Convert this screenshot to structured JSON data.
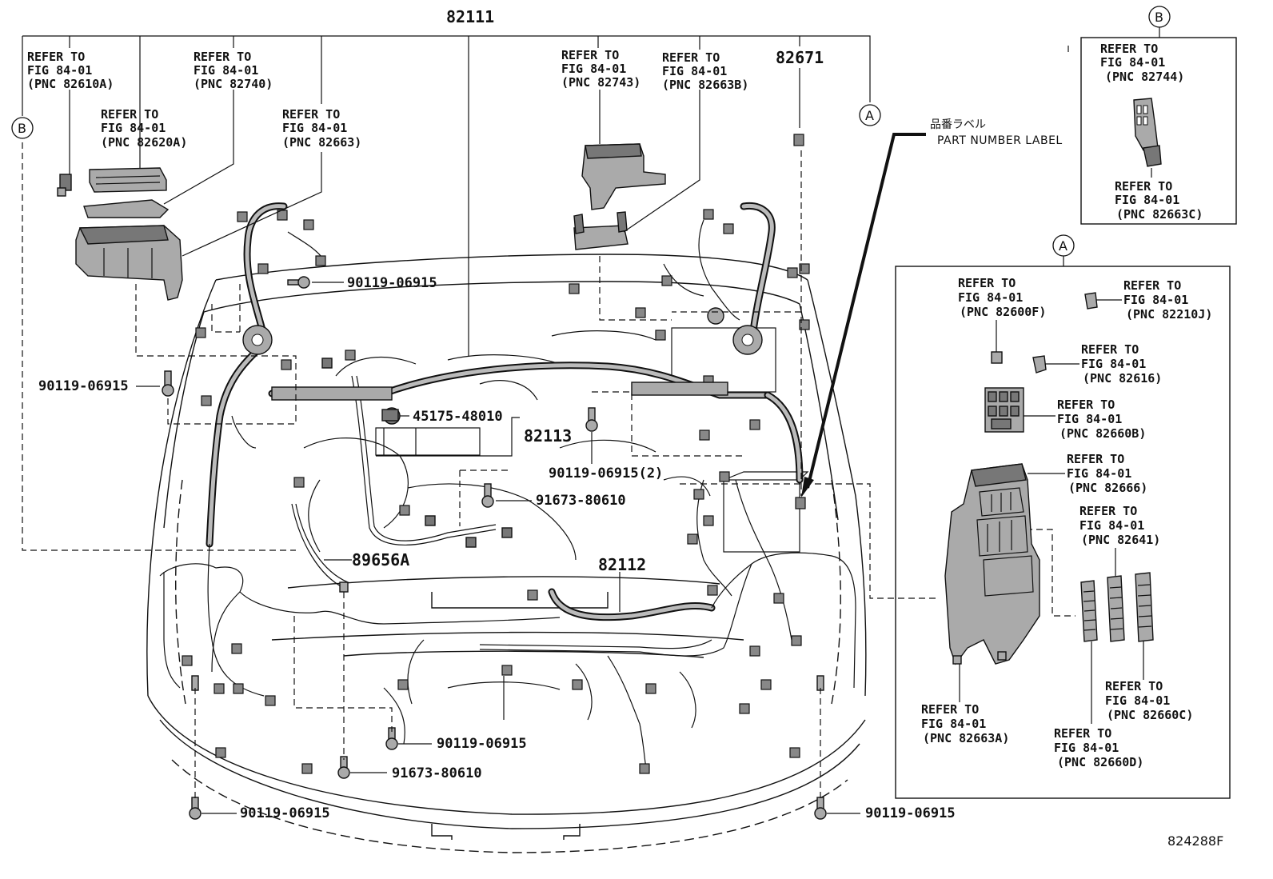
{
  "diagram": {
    "main_part": "82111",
    "circle_a": "A",
    "circle_b": "B",
    "refer_to": "REFER TO",
    "fig": "FIG 84-01",
    "refs_main": {
      "pnc_82610a": "(PNC 82610A)",
      "pnc_82740": "(PNC 82740)",
      "pnc_82620a": "(PNC 82620A)",
      "pnc_82663": "(PNC 82663)",
      "pnc_82743": "(PNC 82743)",
      "pnc_82663b": "(PNC 82663B)"
    },
    "part_82671": "82671",
    "label_jp": "品番ラベル",
    "label_en": "PART NUMBER LABEL",
    "parts": {
      "p_90119_06915": "90119-06915",
      "p_90119_06915_2": "90119-06915(2)",
      "p_45175_48010": "45175-48010",
      "p_82113": "82113",
      "p_91673_80610": "91673-80610",
      "p_89656a": "89656A",
      "p_82112": "82112"
    },
    "inset_b": {
      "pnc_82744": "(PNC 82744)",
      "pnc_82663c": "(PNC 82663C)"
    },
    "inset_a": {
      "pnc_82600f": "(PNC 82600F)",
      "pnc_82210j": "(PNC 82210J)",
      "pnc_82616": "(PNC 82616)",
      "pnc_82660b": "(PNC 82660B)",
      "pnc_82666": "(PNC 82666)",
      "pnc_82641": "(PNC 82641)",
      "pnc_82660c": "(PNC 82660C)",
      "pnc_82663a": "(PNC 82663A)",
      "pnc_82660d": "(PNC 82660D)"
    },
    "figure_id": "824288F"
  }
}
